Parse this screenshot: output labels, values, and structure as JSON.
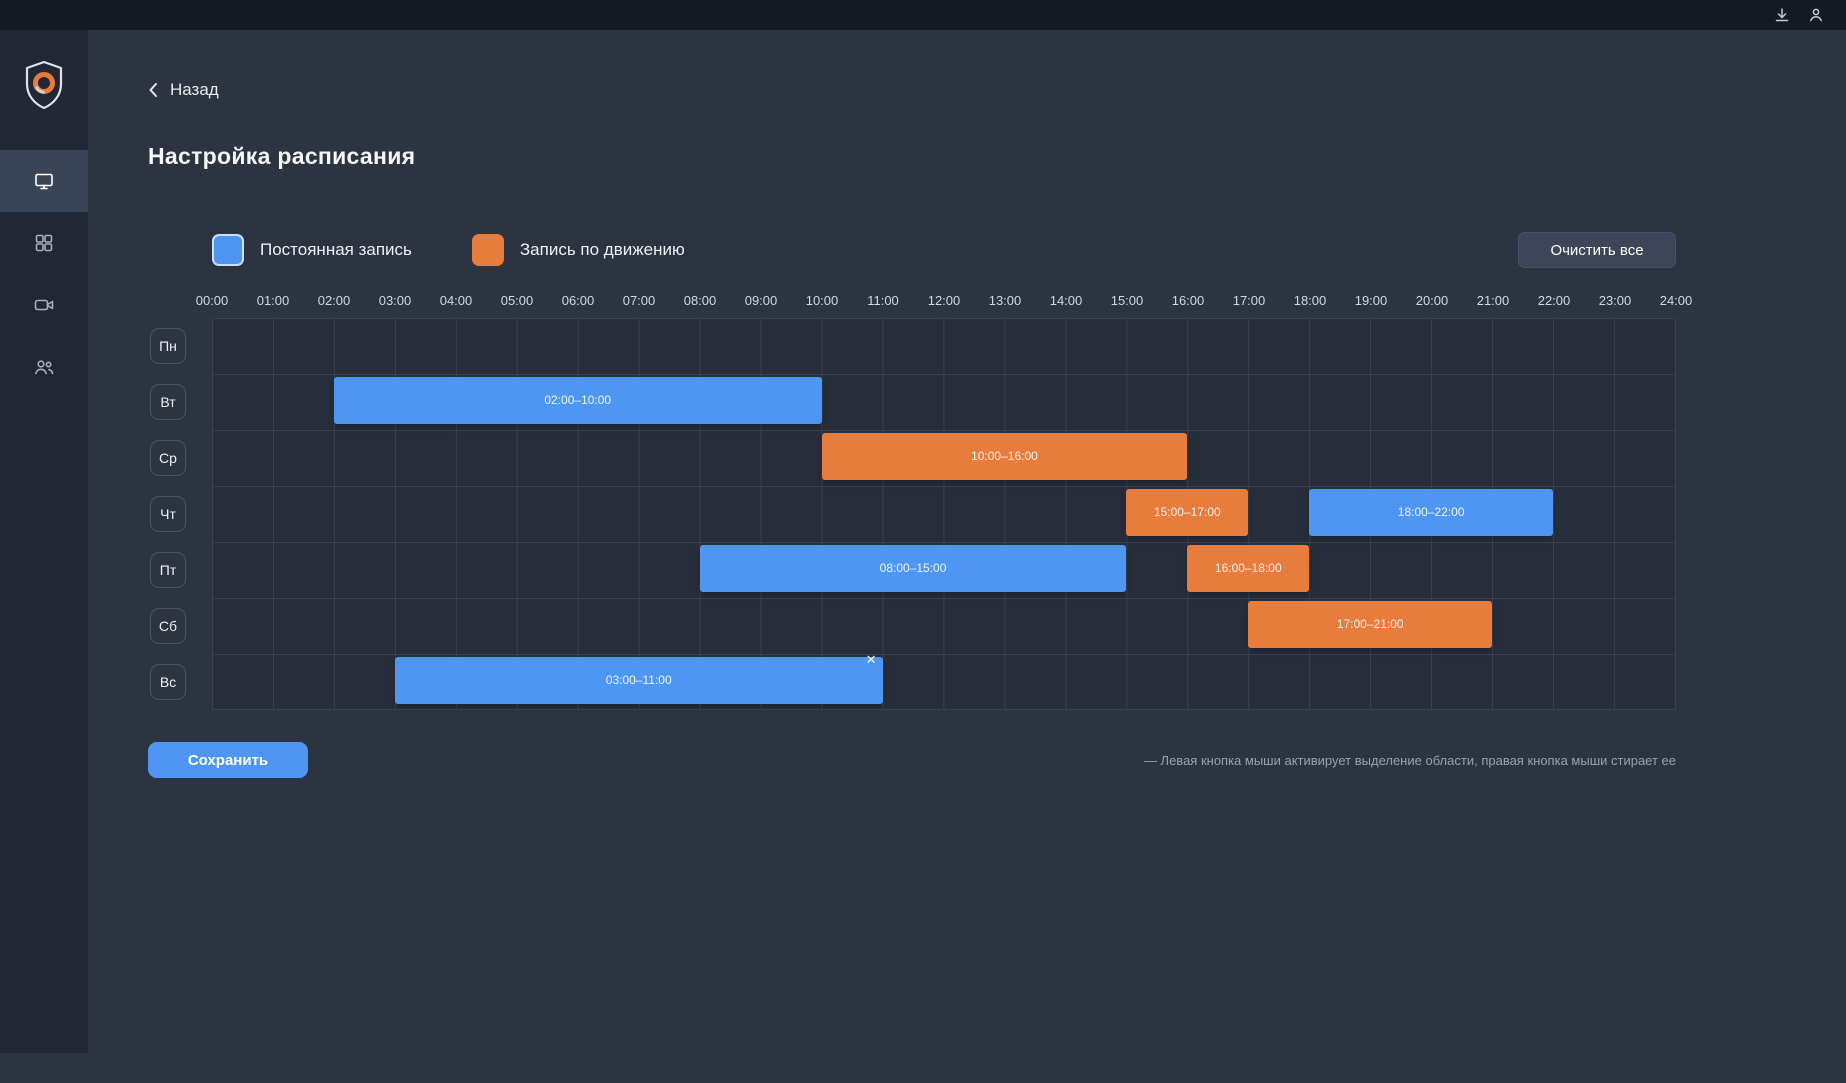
{
  "topbar": {
    "icons": [
      "download-icon",
      "user-icon"
    ]
  },
  "sidebar": {
    "items": [
      {
        "icon": "monitor-icon",
        "active": true
      },
      {
        "icon": "grid-icon",
        "active": false
      },
      {
        "icon": "camera-icon",
        "active": false
      },
      {
        "icon": "users-icon",
        "active": false
      }
    ]
  },
  "header": {
    "back_label": "Назад",
    "title": "Настройка расписания"
  },
  "legend": {
    "continuous": {
      "label": "Постоянная запись",
      "color": "#4e96f3",
      "selected": true
    },
    "motion": {
      "label": "Запись по движению",
      "color": "#e77c3c",
      "selected": false
    }
  },
  "toolbar": {
    "clear_all_label": "Очистить все"
  },
  "schedule": {
    "hours": [
      "00:00",
      "01:00",
      "02:00",
      "03:00",
      "04:00",
      "05:00",
      "06:00",
      "07:00",
      "08:00",
      "09:00",
      "10:00",
      "11:00",
      "12:00",
      "13:00",
      "14:00",
      "15:00",
      "16:00",
      "17:00",
      "18:00",
      "19:00",
      "20:00",
      "21:00",
      "22:00",
      "23:00",
      "24:00"
    ],
    "days": [
      "Пн",
      "Вт",
      "Ср",
      "Чт",
      "Пт",
      "Сб",
      "Вс"
    ],
    "close_glyph": "✕",
    "blocks": [
      {
        "day": "Вт",
        "start": 2,
        "end": 10,
        "type": "continuous",
        "label": "02:00–10:00"
      },
      {
        "day": "Ср",
        "start": 10,
        "end": 16,
        "type": "motion",
        "label": "10:00–16:00"
      },
      {
        "day": "Чт",
        "start": 15,
        "end": 17,
        "type": "motion",
        "label": "15:00–17:00"
      },
      {
        "day": "Чт",
        "start": 18,
        "end": 22,
        "type": "continuous",
        "label": "18:00–22:00"
      },
      {
        "day": "Пт",
        "start": 8,
        "end": 15,
        "type": "continuous",
        "label": "08:00–15:00"
      },
      {
        "day": "Пт",
        "start": 16,
        "end": 18,
        "type": "motion",
        "label": "16:00–18:00"
      },
      {
        "day": "Сб",
        "start": 17,
        "end": 21,
        "type": "motion",
        "label": "17:00–21:00"
      },
      {
        "day": "Вс",
        "start": 3,
        "end": 11,
        "type": "continuous",
        "label": "03:00–11:00",
        "closable": true
      }
    ]
  },
  "footer": {
    "save_label": "Сохранить",
    "hint": "— Левая кнопка мыши активирует выделение области, правая кнопка мыши стирает ее"
  }
}
